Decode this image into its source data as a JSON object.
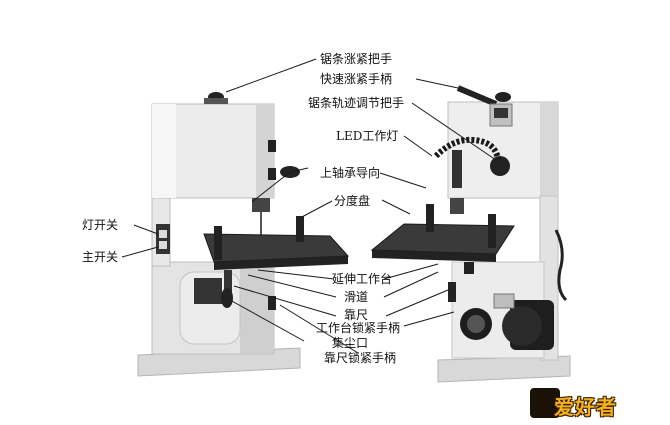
{
  "labels": {
    "blade_tension_handle": "锯条涨紧把手",
    "quick_tension_handle": "快速涨紧手柄",
    "blade_tracking_knob": "锯条轨迹调节把手",
    "led_work_light": "LED工作灯",
    "upper_bearing_guide": "上轴承导向",
    "dividing_disc": "分度盘",
    "light_switch": "灯开关",
    "main_switch": "主开关",
    "extension_table": "延伸工作台",
    "slide_rail": "滑道",
    "fence": "靠尺",
    "table_lock_handle": "工作台锁紧手柄",
    "dust_port": "集尘口",
    "fence_lock_handle": "靠尺锁紧手柄"
  },
  "logo": {
    "text": "爱好者",
    "icon": "woodworking-lover-logo"
  },
  "colors": {
    "body": "#e6e6e6",
    "table": "#2e2e2e",
    "knob": "#1e1e1e",
    "line": "#1a1a1a",
    "logo_text": "#f2b21b"
  }
}
